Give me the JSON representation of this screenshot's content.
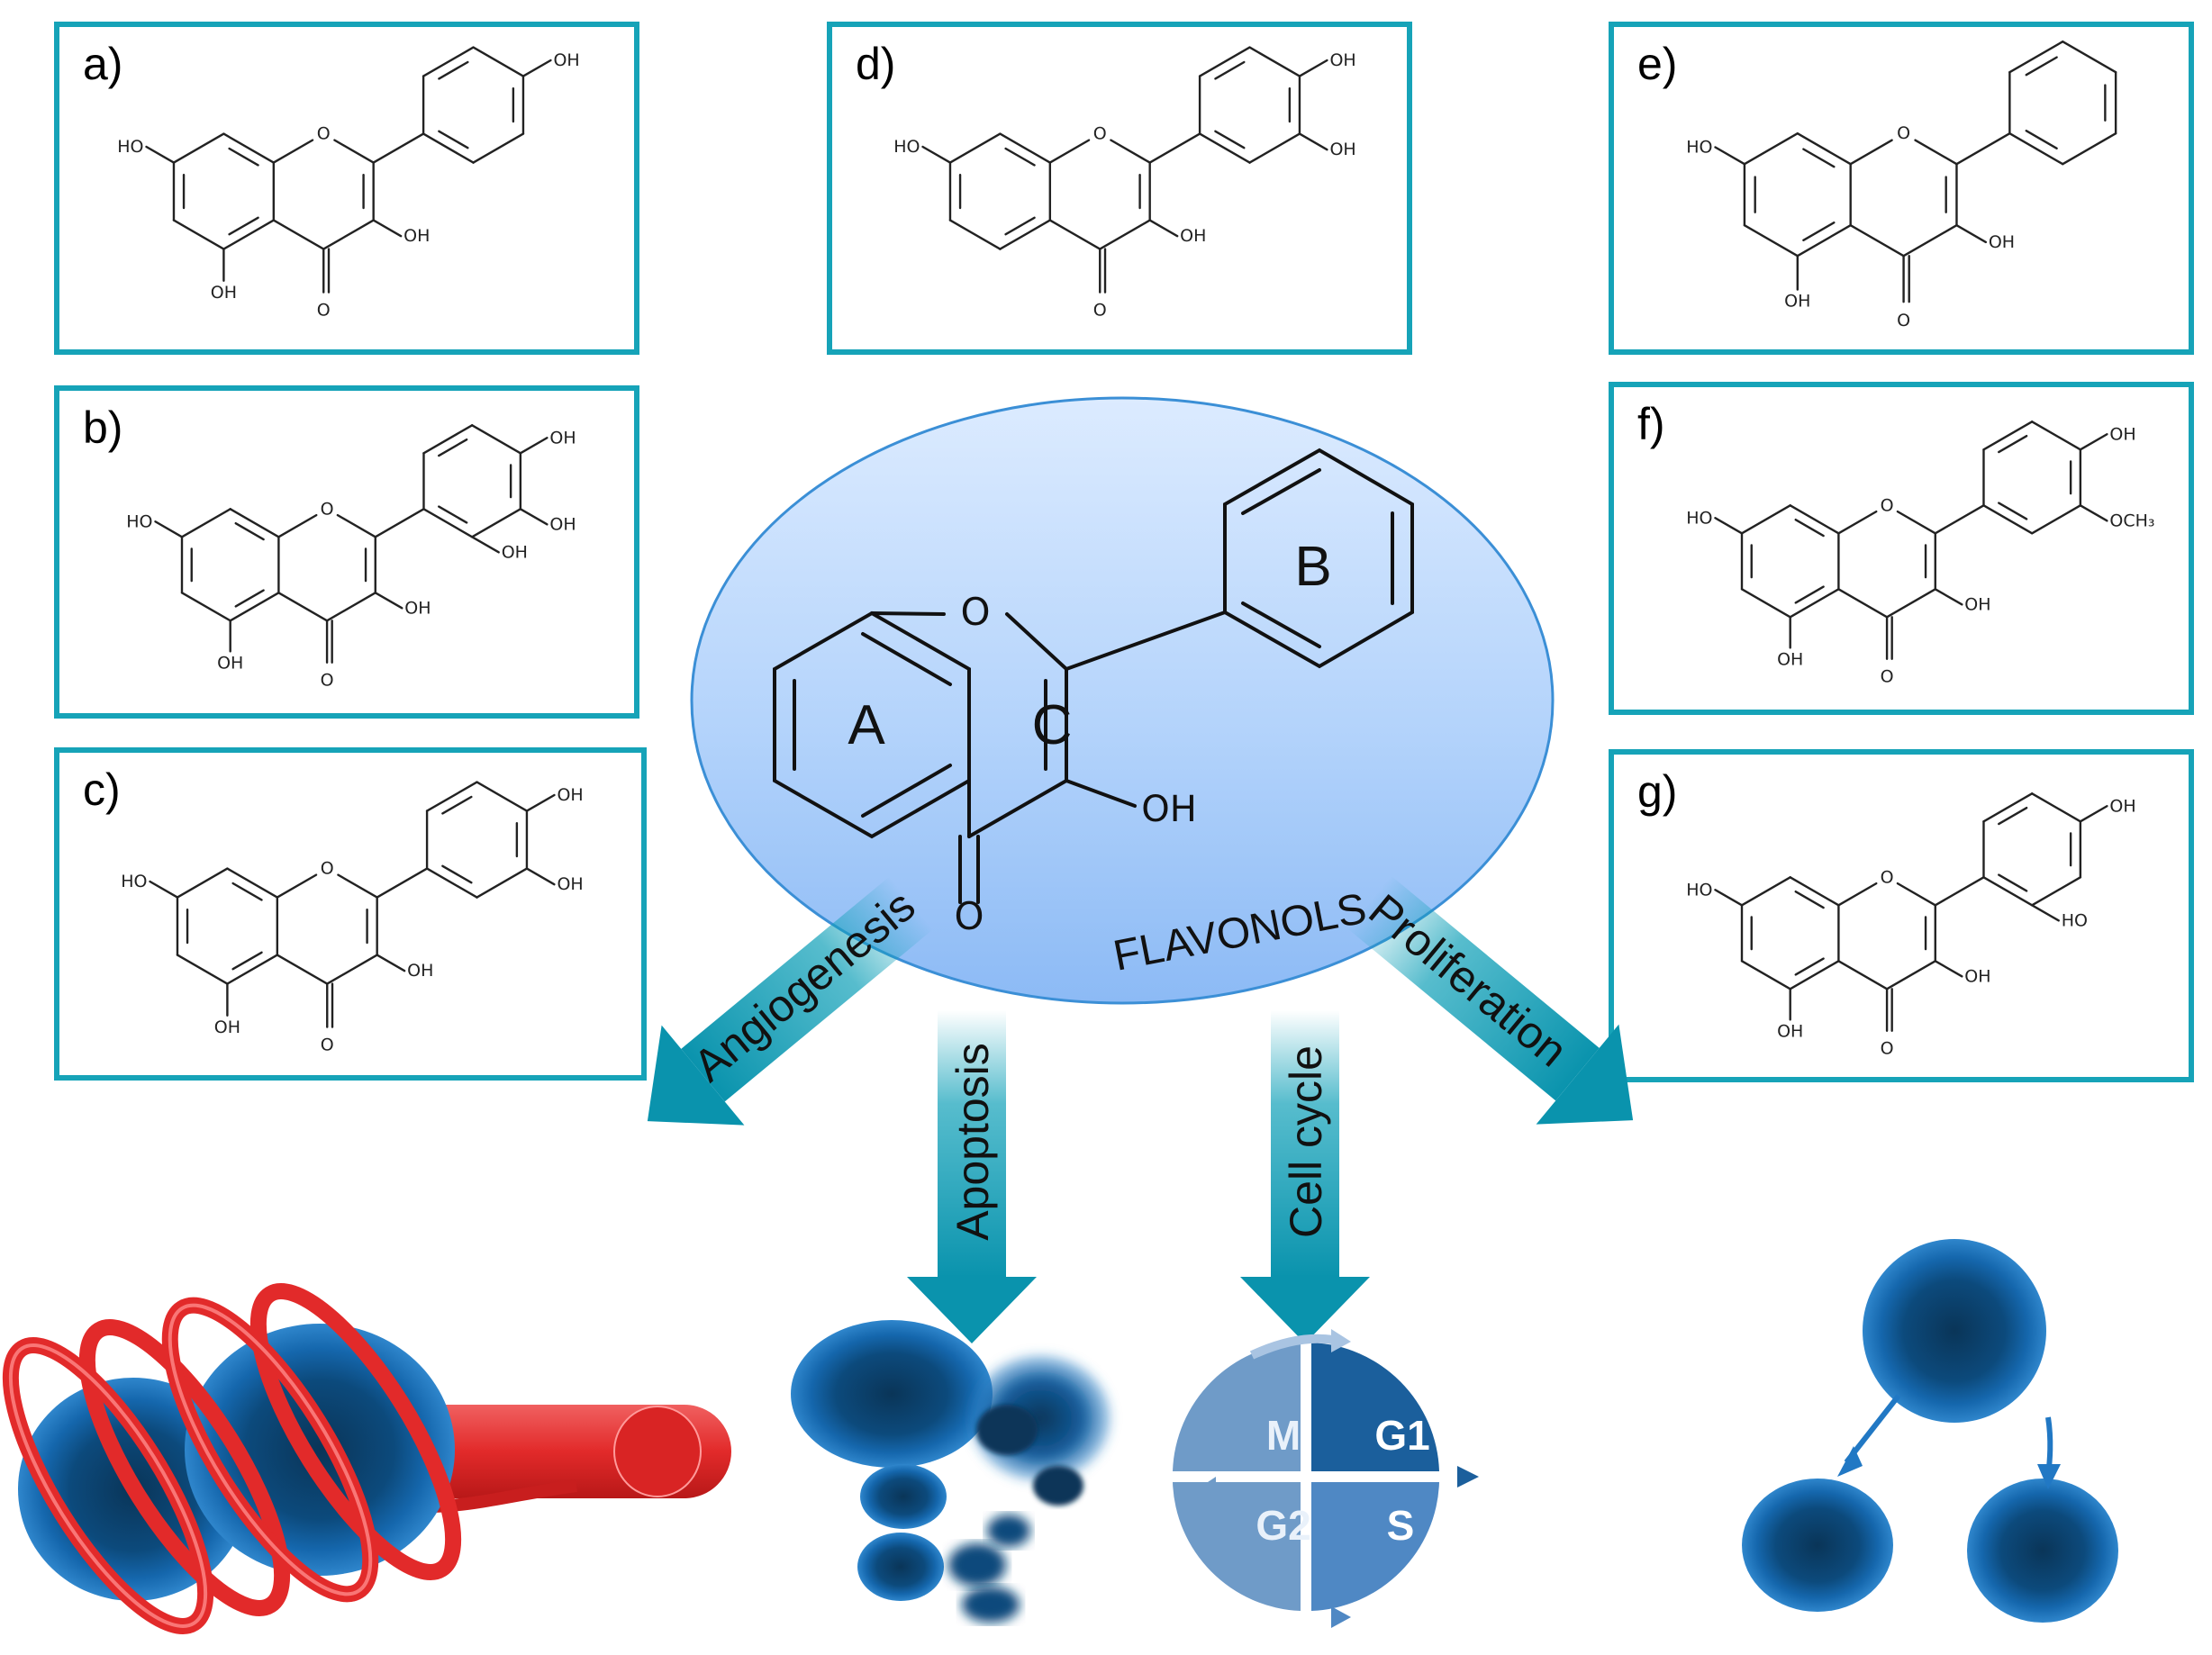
{
  "molecules": [
    {
      "label": "a)",
      "subs": [
        {
          "atom": "4'",
          "text": "OH"
        },
        {
          "atom": "7",
          "text": "HO"
        },
        {
          "atom": "5",
          "text": "OH"
        },
        {
          "atom": "3",
          "text": "OH"
        }
      ]
    },
    {
      "label": "b)",
      "subs": [
        {
          "atom": "4'",
          "text": "OH"
        },
        {
          "atom": "3'",
          "text": "OH"
        },
        {
          "atom": "2'",
          "text": "OH"
        },
        {
          "atom": "7",
          "text": "HO"
        },
        {
          "atom": "5",
          "text": "OH"
        },
        {
          "atom": "3",
          "text": "OH"
        }
      ]
    },
    {
      "label": "c)",
      "subs": [
        {
          "atom": "3'",
          "text": "OH"
        },
        {
          "atom": "4'",
          "text": "OH"
        },
        {
          "atom": "7",
          "text": "HO"
        },
        {
          "atom": "5",
          "text": "OH"
        },
        {
          "atom": "3",
          "text": "OH"
        }
      ]
    },
    {
      "label": "d)",
      "subs": [
        {
          "atom": "3'",
          "text": "OH"
        },
        {
          "atom": "4'",
          "text": "OH"
        },
        {
          "atom": "7",
          "text": "HO"
        },
        {
          "atom": "3",
          "text": "OH"
        }
      ]
    },
    {
      "label": "e)",
      "subs": [
        {
          "atom": "7",
          "text": "HO"
        },
        {
          "atom": "5",
          "text": "OH"
        },
        {
          "atom": "3",
          "text": "OH"
        }
      ]
    },
    {
      "label": "f)",
      "subs": [
        {
          "atom": "3'",
          "text": "OCH₃"
        },
        {
          "atom": "4'",
          "text": "OH"
        },
        {
          "atom": "7",
          "text": "HO"
        },
        {
          "atom": "5",
          "text": "OH"
        },
        {
          "atom": "3",
          "text": "OH"
        }
      ]
    },
    {
      "label": "g)",
      "subs": [
        {
          "atom": "2'",
          "text": "HO"
        },
        {
          "atom": "4'",
          "text": "OH"
        },
        {
          "atom": "7",
          "text": "HO"
        },
        {
          "atom": "5",
          "text": "OH"
        },
        {
          "atom": "3",
          "text": "OH"
        }
      ]
    }
  ],
  "atoms": {
    "ring_oxygen": "O",
    "carbonyl_oxygen": "O"
  },
  "core": {
    "ring_a": "A",
    "ring_b": "B",
    "ring_c": "C",
    "hydroxyl": "OH",
    "ring_oxygen": "O",
    "carbonyl_oxygen": "O",
    "class_label": "FLAVONOLS"
  },
  "effects": [
    {
      "label": "Angiogenesis"
    },
    {
      "label": "Apoptosis"
    },
    {
      "label": "Cell cycle"
    },
    {
      "label": "Proliferation"
    }
  ],
  "cell_cycle_phases": {
    "m": "M",
    "g1": "G1",
    "g2": "G2",
    "s": "S"
  },
  "colors": {
    "box_border": "#16a3b8",
    "ellipse_fill": "#a9cdfa",
    "arrow": "#0fa0b8",
    "cell_blue": "#1769b5",
    "cell_dark": "#0a3b63",
    "vessel_red": "#e43131",
    "cycle_dark": "#1b5f9c",
    "cycle_light": "#6f9bc8"
  }
}
